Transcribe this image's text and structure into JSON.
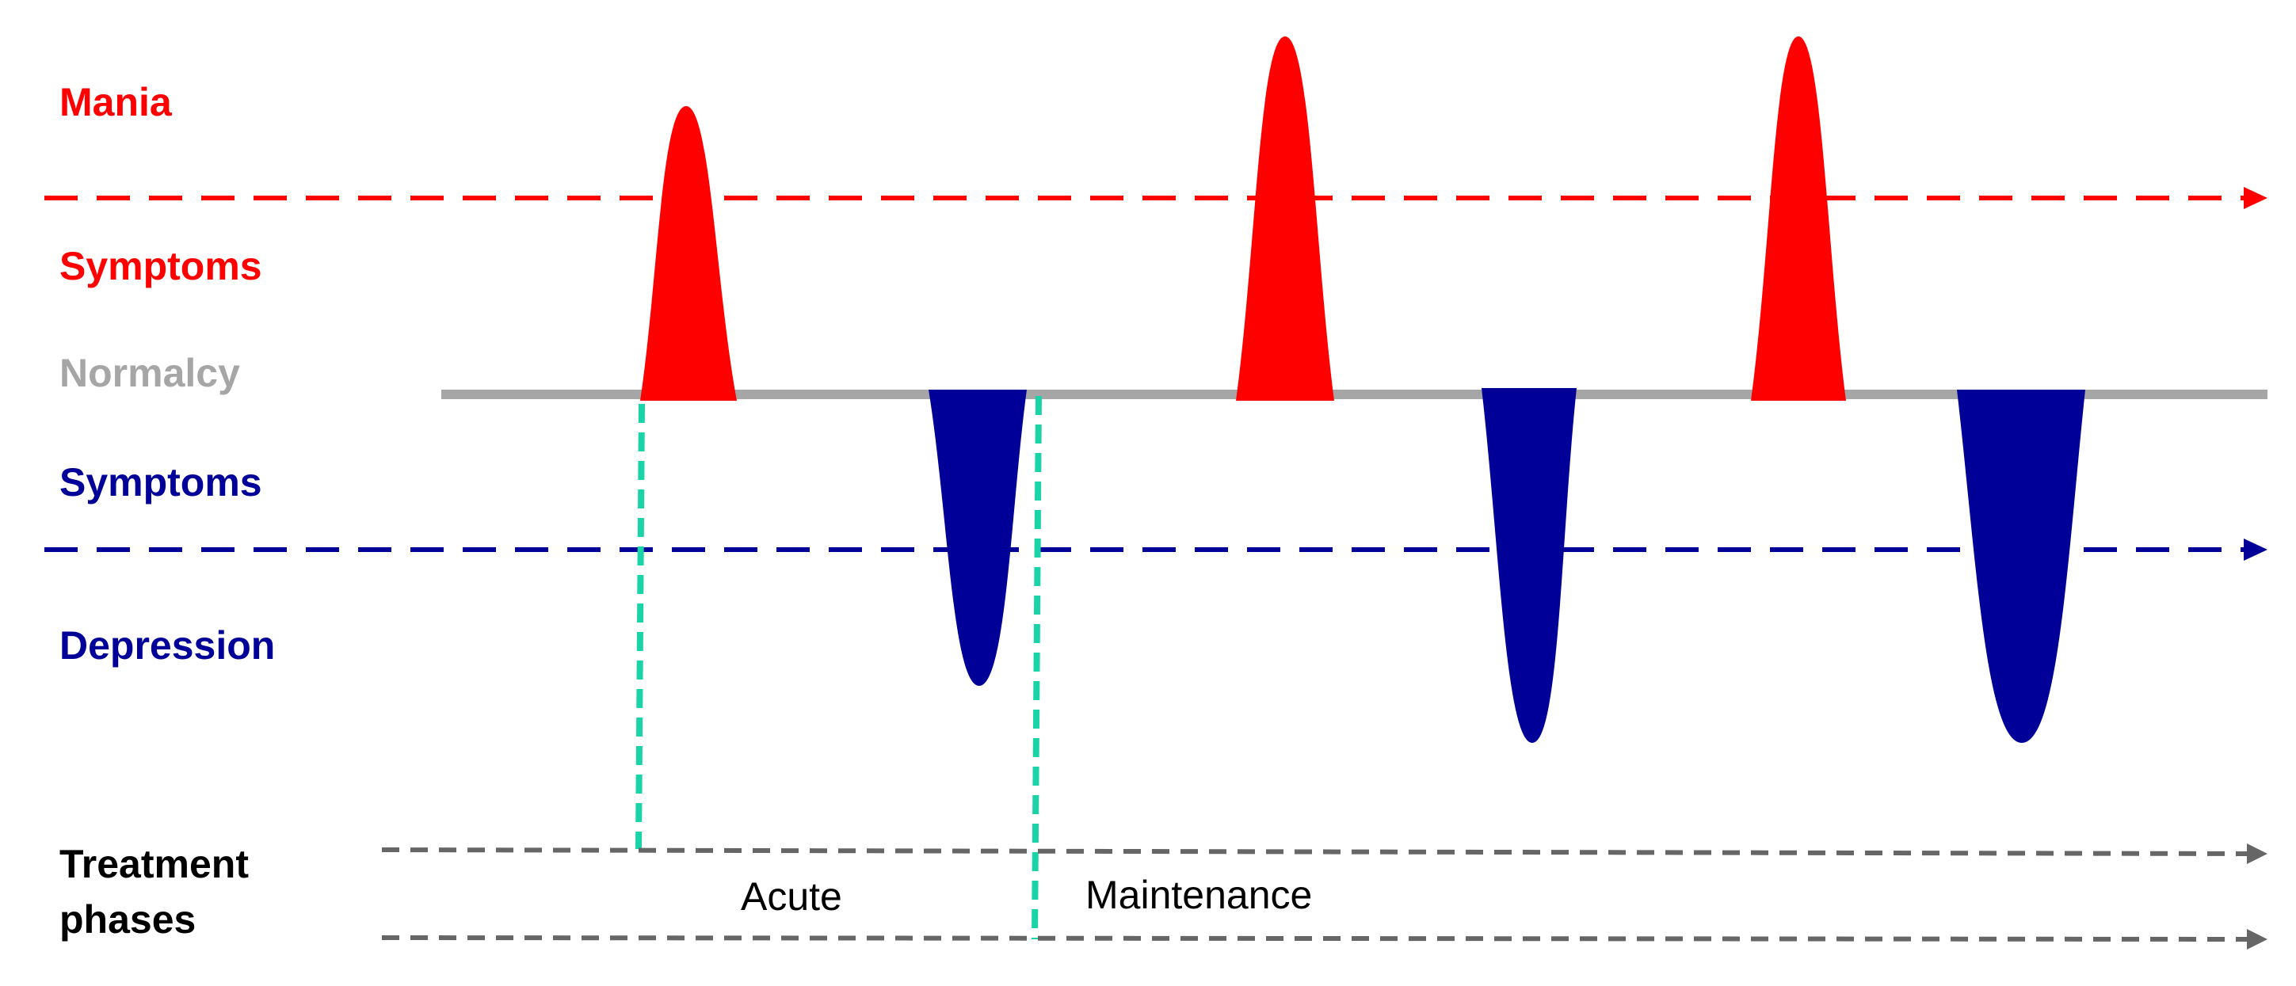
{
  "labels": {
    "mania": "Mania",
    "symptoms_top": "Symptoms",
    "normalcy": "Normalcy",
    "symptoms_bottom": "Symptoms",
    "depression": "Depression",
    "treatment_phases_line1": "Treatment",
    "treatment_phases_line2": "phases"
  },
  "phases": {
    "acute": "Acute",
    "maintenance": "Maintenance"
  },
  "colors": {
    "mania": "#ff0000",
    "depression": "#000099",
    "normalcy": "#a6a6a6",
    "phase_boundary": "#1ad3a6",
    "phase_arrow": "#666666",
    "label_text": "#000000"
  }
}
